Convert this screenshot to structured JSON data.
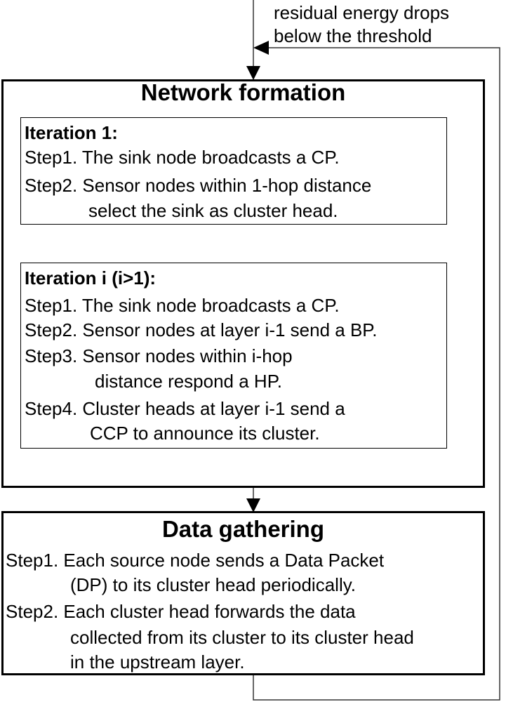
{
  "feedback_condition": {
    "line1": "residual energy drops",
    "line2": "below the threshold"
  },
  "network_formation": {
    "title": "Network formation",
    "iteration1": {
      "heading": "Iteration 1:",
      "lines": [
        "Step1. The sink node broadcasts a CP.",
        "Step2. Sensor nodes within 1-hop distance",
        "select the sink as cluster head."
      ]
    },
    "iteration_i": {
      "heading": "Iteration i (i>1):",
      "lines": [
        "Step1. The sink node broadcasts a CP.",
        "Step2. Sensor nodes at layer i-1 send a BP.",
        "Step3. Sensor nodes within  i-hop",
        "distance respond a HP.",
        "Step4. Cluster heads at layer i-1 send a",
        "CCP to announce its cluster."
      ]
    }
  },
  "data_gathering": {
    "title": "Data gathering",
    "lines": [
      "Step1. Each source node sends a Data Packet",
      "(DP) to its cluster head periodically.",
      "Step2. Each cluster head forwards the data",
      "collected from its cluster to its cluster head",
      "in the upstream layer."
    ]
  },
  "colors": {
    "stroke": "#000000",
    "connector": "#333333",
    "background": "#ffffff"
  }
}
